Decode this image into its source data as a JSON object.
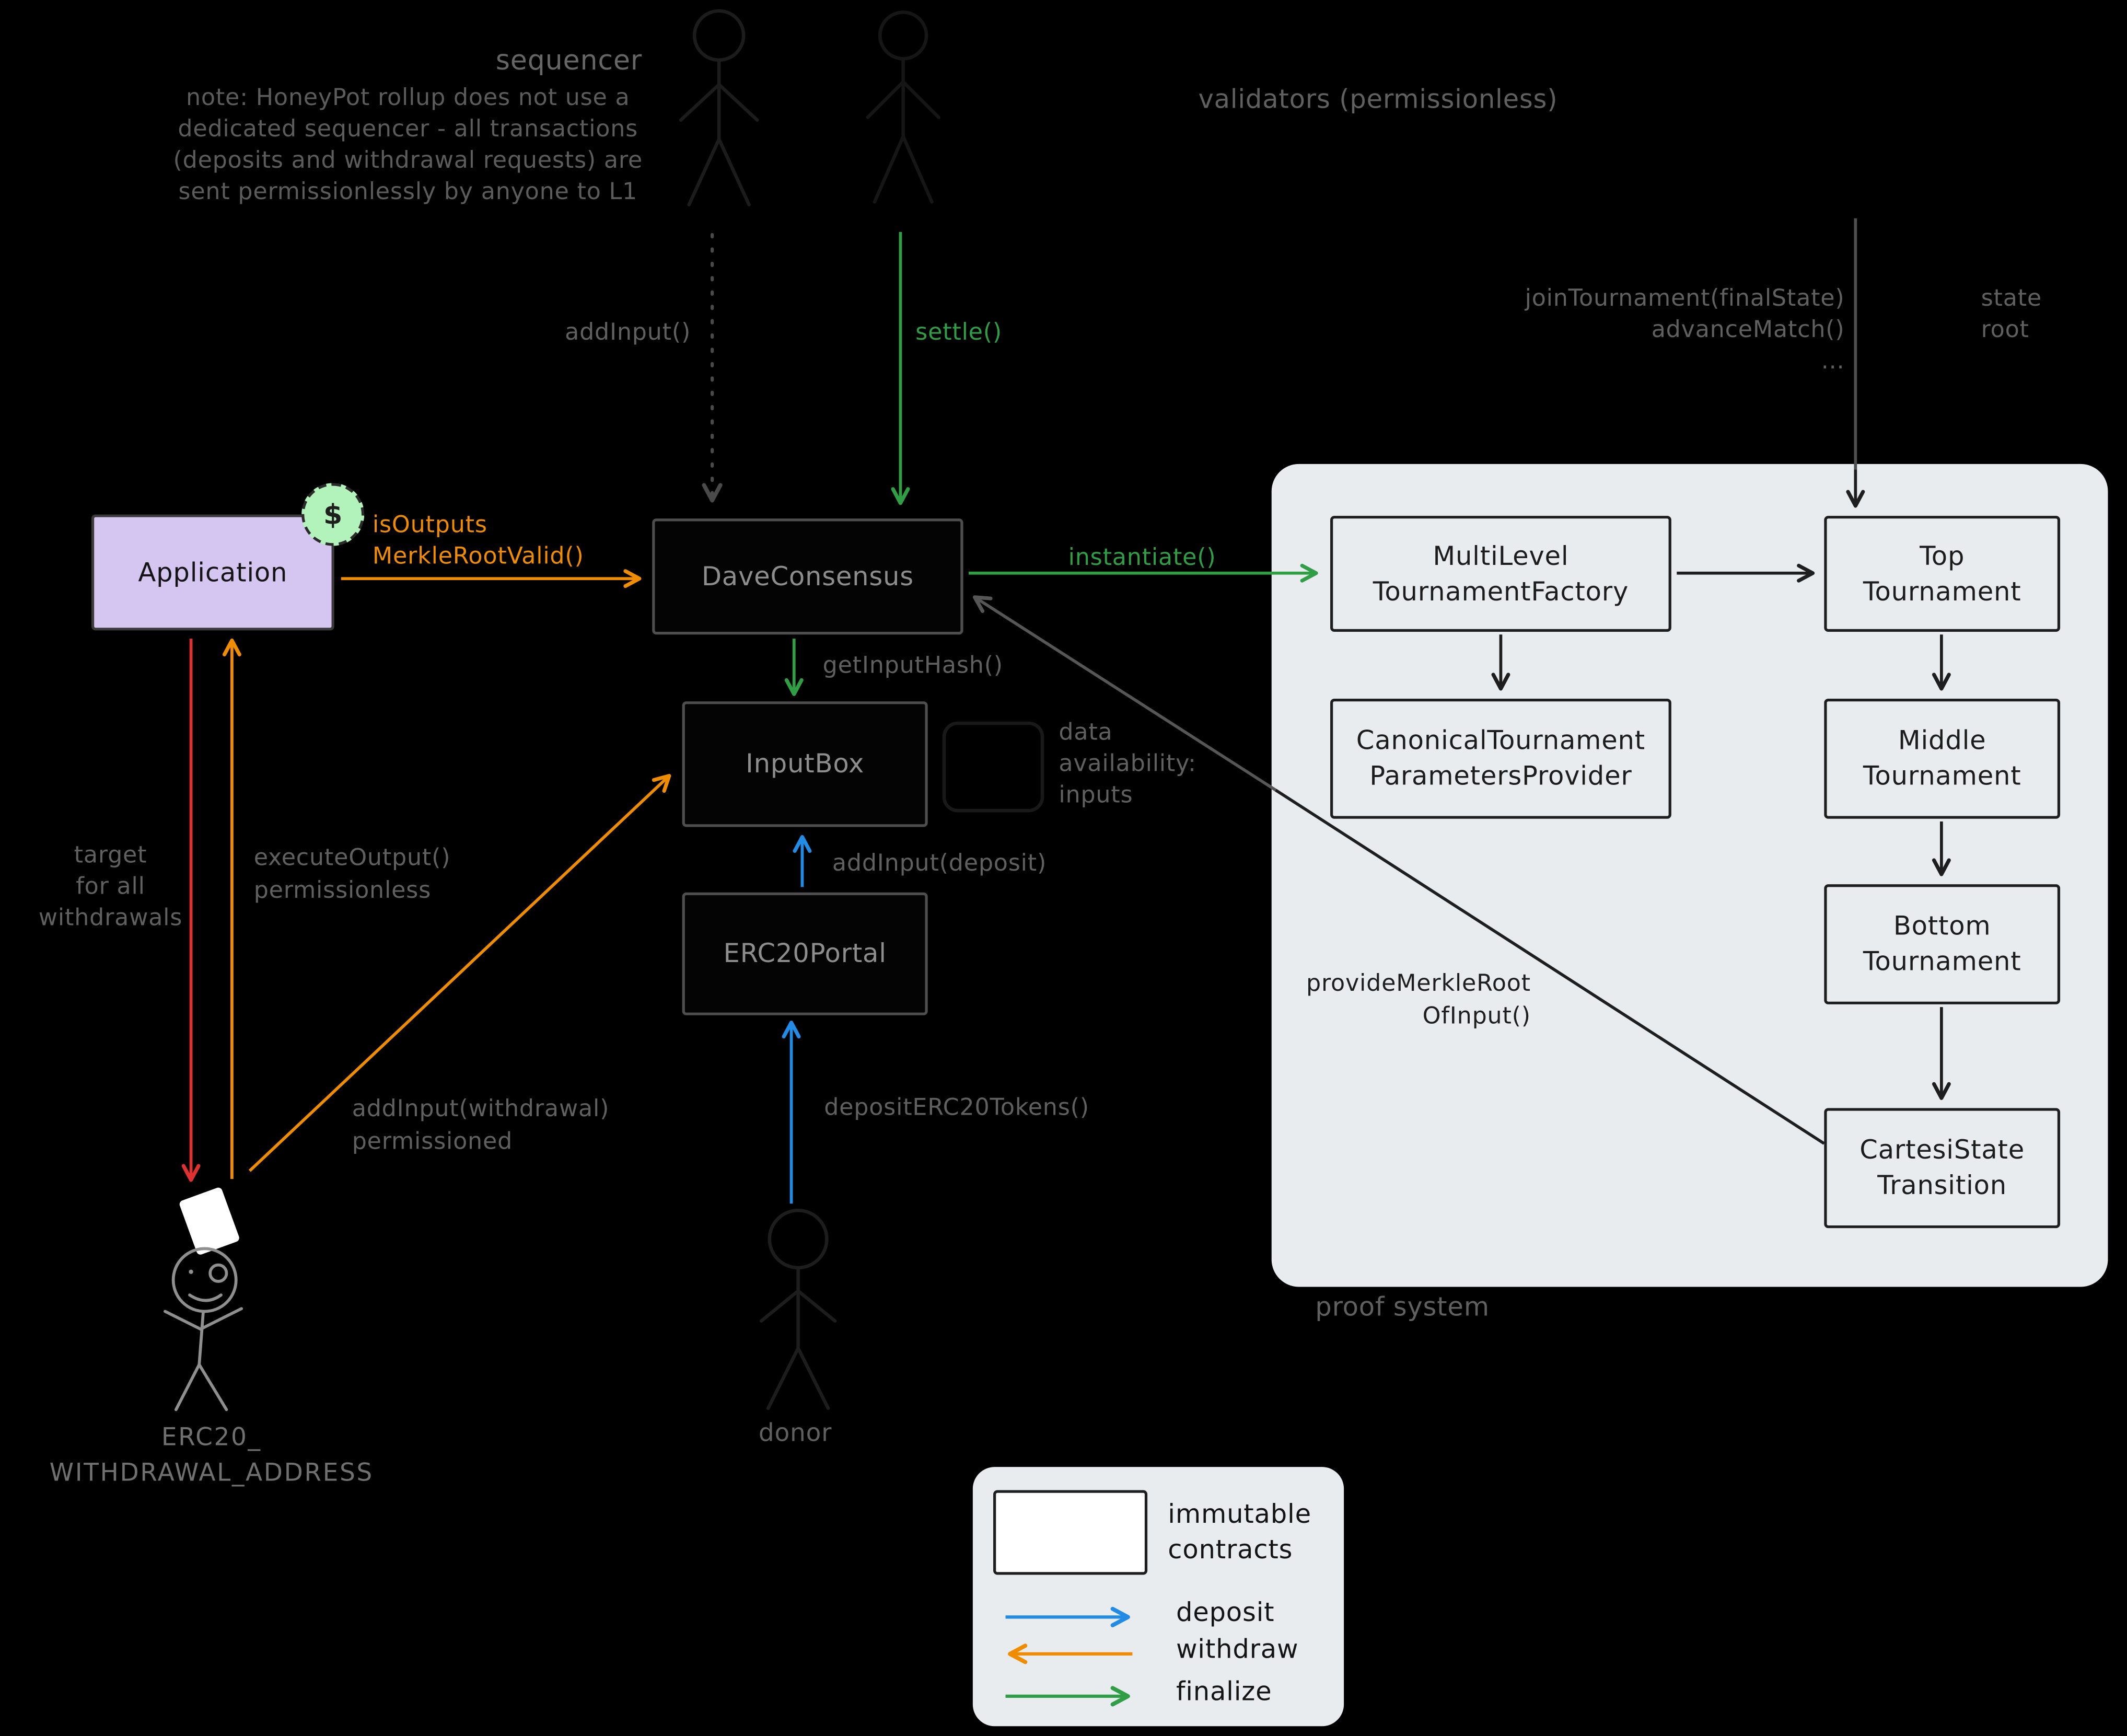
{
  "colors": {
    "background": "#000000",
    "green": "#2f9e44",
    "orange": "#f08c00",
    "red": "#e03131",
    "blue": "#228be6",
    "purple": "#d4c5f1",
    "panel": "#e9ecef",
    "ghost_text": "#606060"
  },
  "sequencer": {
    "title": "sequencer",
    "note": "note: HoneyPot rollup does not use a\ndedicated sequencer - all transactions\n(deposits and withdrawal requests) are\nsent permissionlessly by anyone to L1"
  },
  "validators": {
    "label": "validators (permissionless)"
  },
  "arrows": {
    "add_input": "addInput()",
    "settle": "settle()",
    "join_tournament": "joinTournament(finalState)\nadvanceMatch()\n...",
    "state_root": "state\nroot",
    "is_outputs_valid": "isOutputs\nMerkleRootValid()",
    "instantiate": "instantiate()",
    "get_input_hash": "getInputHash()",
    "data_availability": "data\navailability:\ninputs",
    "add_input_deposit": "addInput(deposit)",
    "deposit_erc20": "depositERC20Tokens()",
    "add_input_withdrawal": "addInput(withdrawal)\npermissioned",
    "execute_output": "executeOutput()\npermissionless",
    "target_withdrawals": "target\nfor all\nwithdrawals",
    "provide_merkle_root": "provideMerkleRoot\nOfInput()"
  },
  "boxes": {
    "application": "Application",
    "coin": "$",
    "dave_consensus": "DaveConsensus",
    "input_box": "InputBox",
    "erc20_portal": "ERC20Portal",
    "multilevel_factory": "MultiLevel\nTournamentFactory",
    "canonical_provider": "CanonicalTournament\nParametersProvider",
    "top_tournament": "Top\nTournament",
    "middle_tournament": "Middle\nTournament",
    "bottom_tournament": "Bottom\nTournament",
    "cartesi_transition": "CartesiState\nTransition"
  },
  "captions": {
    "proof_system": "proof system",
    "donor": "donor",
    "withdrawal_address": "ERC20_\nWITHDRAWAL_ADDRESS"
  },
  "legend": {
    "immutable_contracts": "immutable\ncontracts",
    "deposit": "deposit",
    "withdraw": "withdraw",
    "finalize": "finalize"
  }
}
